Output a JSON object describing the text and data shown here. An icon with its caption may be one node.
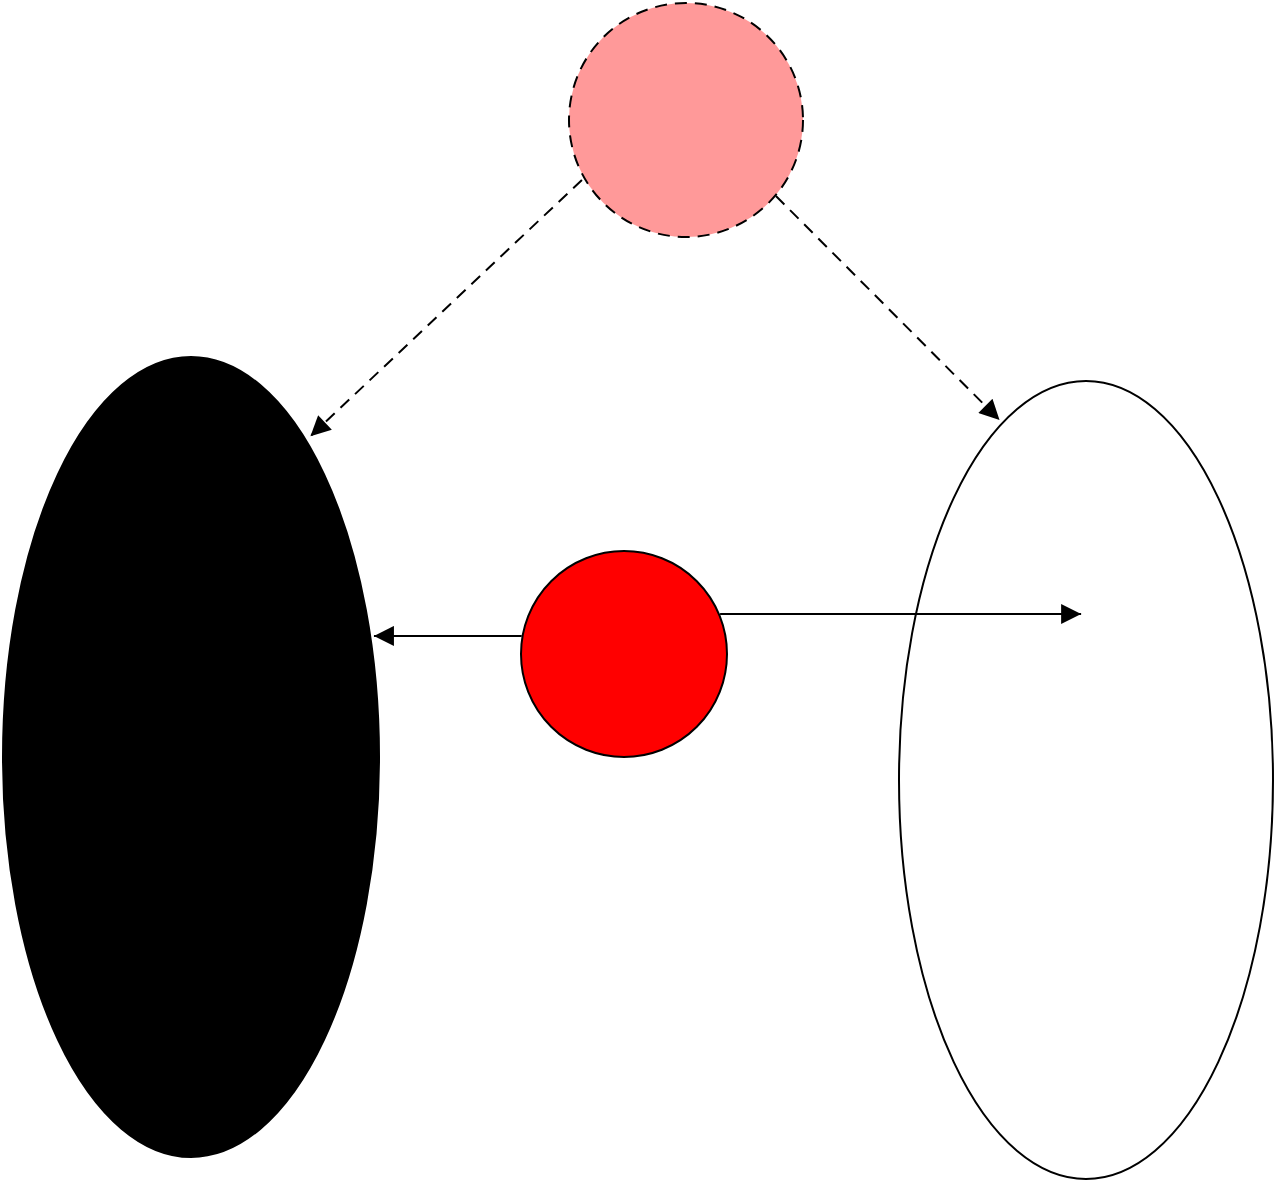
{
  "diagram": {
    "nodes": [
      {
        "text": [],
        "shape": "circle"
      },
      {
        "text": [],
        "shape": "ellipse"
      },
      {
        "text": [],
        "shape": "circle"
      },
      {
        "text": [],
        "shape": "ellipse"
      }
    ],
    "edges": [
      {
        "from": 0,
        "to": 1,
        "arrow": "to",
        "style": "dashed"
      },
      {
        "from": 0,
        "to": 3,
        "arrow": "to",
        "style": "dashed"
      },
      {
        "from": 2,
        "to": 1,
        "arrow": "to"
      },
      {
        "from": 2,
        "to": 3,
        "arrow": "to"
      }
    ]
  }
}
